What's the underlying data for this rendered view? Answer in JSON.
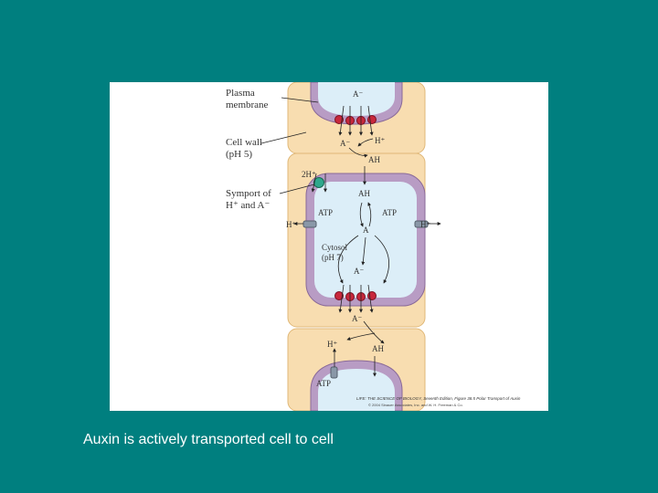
{
  "slide": {
    "background_color": "#007f7f",
    "caption": "Auxin is actively transported cell to cell"
  },
  "diagram": {
    "labels": {
      "plasma_membrane_1": "Plasma",
      "plasma_membrane_2": "membrane",
      "cell_wall_1": "Cell wall",
      "cell_wall_2": "(pH 5)",
      "symport_1": "Symport of",
      "symport_2": "H⁺ and A⁻",
      "cytosol_1": "Cytosol",
      "cytosol_2": "(pH 7)"
    },
    "species": {
      "anion": "A⁻",
      "acid": "AH",
      "proton": "H⁺",
      "two_protons": "2H⁺",
      "atp": "ATP",
      "anion_plain": "A"
    },
    "credit_line_1": "LIFE: THE SCIENCE OF BIOLOGY, Seventh Edition, Figure 38.5 Polar Transport of Auxin",
    "credit_line_2": "© 2004 Sinauer Associates, Inc. and W. H. Freeman & Co.",
    "colors": {
      "cell_wall": "#f8ddb0",
      "cell_wall_border": "#e0b878",
      "membrane": "#b89cc4",
      "membrane_border": "#8a6a98",
      "cytosol": "#dceef8",
      "carrier": "#c8283c",
      "symporter": "#2ea88c",
      "pump": "#8a98a8"
    }
  }
}
